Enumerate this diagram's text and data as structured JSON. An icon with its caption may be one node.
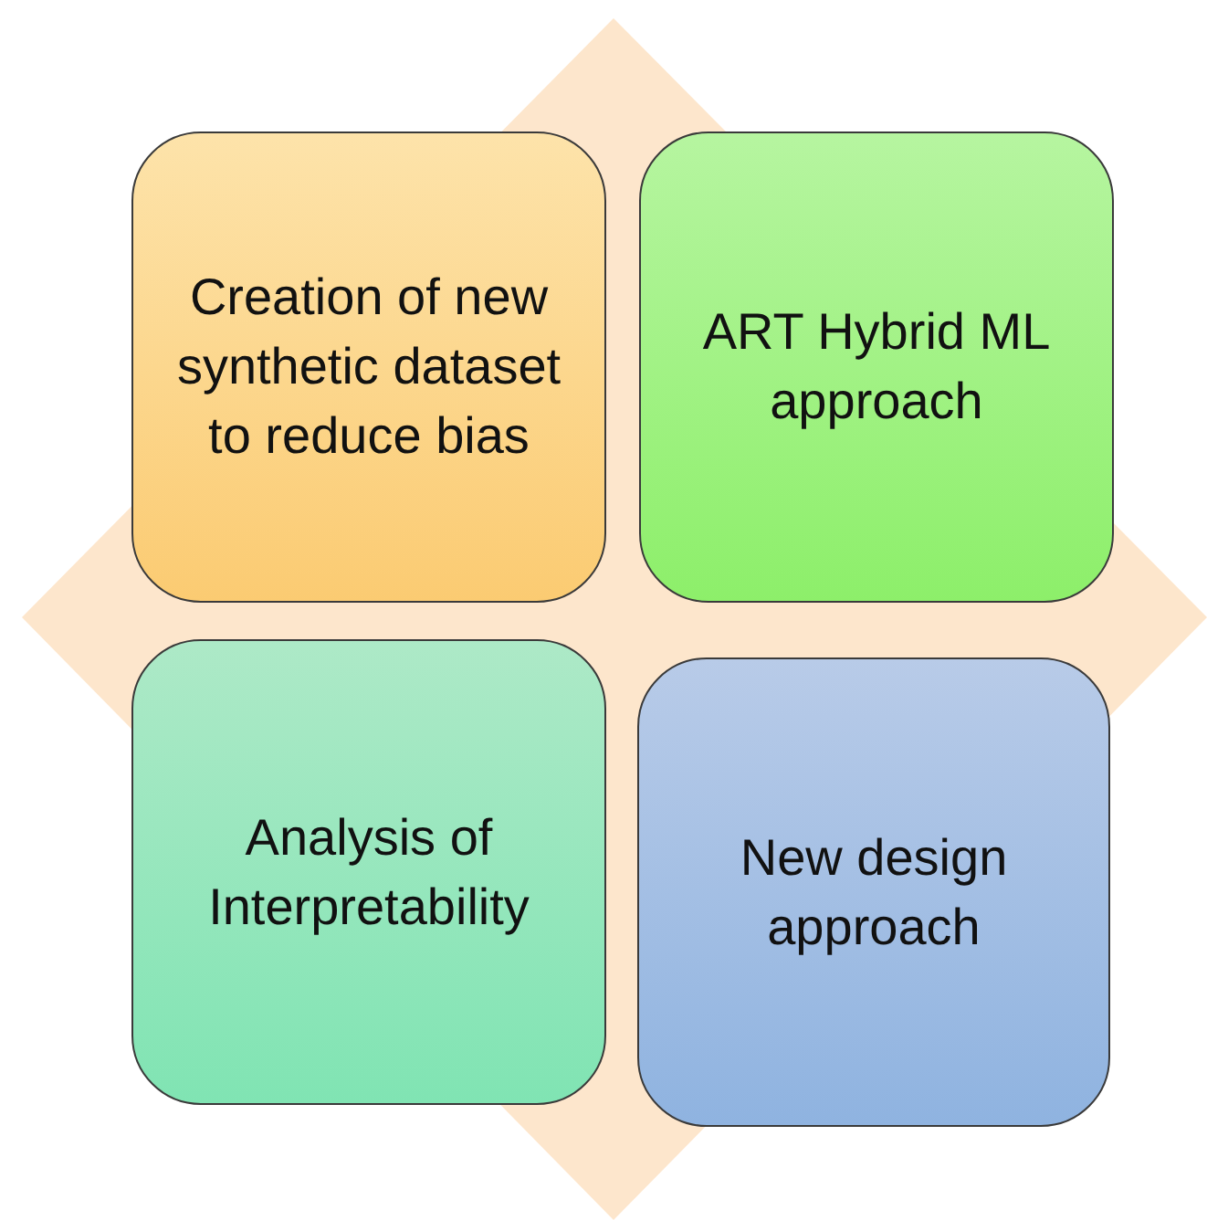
{
  "diagram": {
    "nodes": [
      {
        "text": [
          "Creation of new synthetic dataset to reduce bias"
        ]
      },
      {
        "text": [
          "ART Hybrid ML approach"
        ]
      },
      {
        "text": [
          "Analysis of Interpretability"
        ]
      },
      {
        "text": [
          "New design approach"
        ]
      }
    ]
  }
}
